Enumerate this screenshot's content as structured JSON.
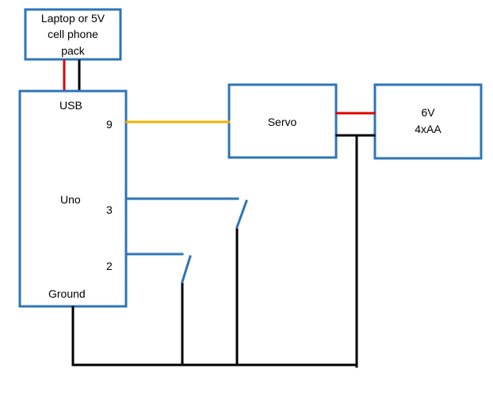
{
  "colors": {
    "box_stroke": "#2E75B6",
    "wire_blue": "#2E75B6",
    "wire_red": "#E00000",
    "wire_black": "#000000",
    "wire_signal": "#F2B200"
  },
  "power_pack": {
    "line1": "Laptop or 5V",
    "line2": "cell phone",
    "line3": "pack"
  },
  "uno": {
    "usb_label": "USB",
    "pin9_label": "9",
    "name_label": "Uno",
    "pin3_label": "3",
    "pin2_label": "2",
    "ground_label": "Ground"
  },
  "servo": {
    "label": "Servo"
  },
  "battery": {
    "line1": "6V",
    "line2": "4xAA"
  }
}
